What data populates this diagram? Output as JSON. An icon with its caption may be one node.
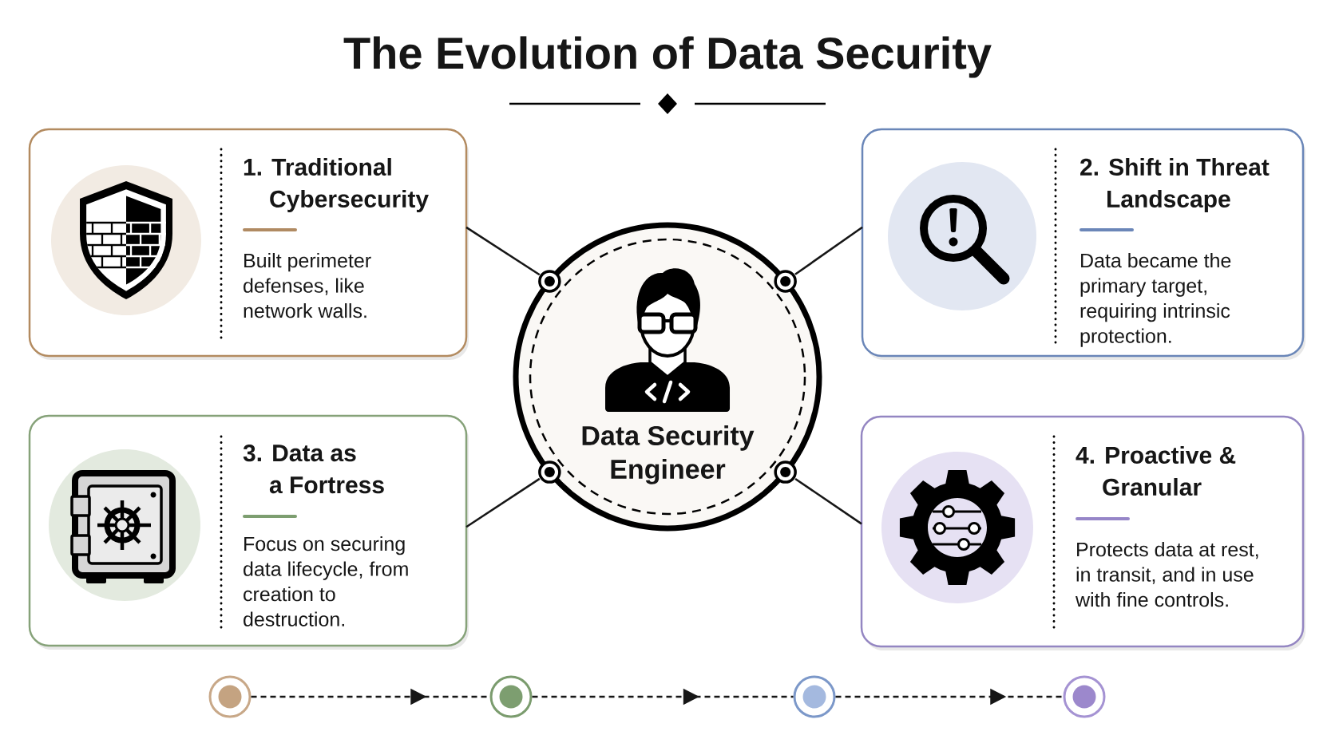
{
  "diagram": {
    "title": "The Evolution of Data Security",
    "nodes": [
      {
        "text": [
          "1. Traditional Cybersecurity",
          "Built perimeter defenses, like network walls."
        ]
      },
      {
        "text": [
          "2. Shift in Threat Landscape",
          "Data became the primary target, requiring intrinsic protection."
        ]
      },
      {
        "text": [
          "Data Security Engineer"
        ]
      },
      {
        "text": [
          "3. Data as a Fortress",
          "Focus on securing data lifecycle, from creation to destruction."
        ]
      },
      {
        "text": [
          "4. Proactive & Granular",
          "Protects data at rest, in transit, and in use with fine controls."
        ]
      },
      {
        "text": [],
        "shape": "circle"
      },
      {
        "text": [],
        "shape": "circle"
      },
      {
        "text": [],
        "shape": "circle"
      },
      {
        "text": [],
        "shape": "circle"
      }
    ],
    "edges": [
      {
        "from": 2,
        "to": 0,
        "arrow": "none"
      },
      {
        "from": 2,
        "to": 1,
        "arrow": "none"
      },
      {
        "from": 2,
        "to": 3,
        "arrow": "none"
      },
      {
        "from": 2,
        "to": 4,
        "arrow": "none"
      },
      {
        "from": 5,
        "to": 6,
        "arrow": "to",
        "style": "dashed"
      },
      {
        "from": 6,
        "to": 7,
        "arrow": "to",
        "style": "dashed"
      },
      {
        "from": 7,
        "to": 8,
        "arrow": "to",
        "style": "dashed"
      }
    ]
  }
}
